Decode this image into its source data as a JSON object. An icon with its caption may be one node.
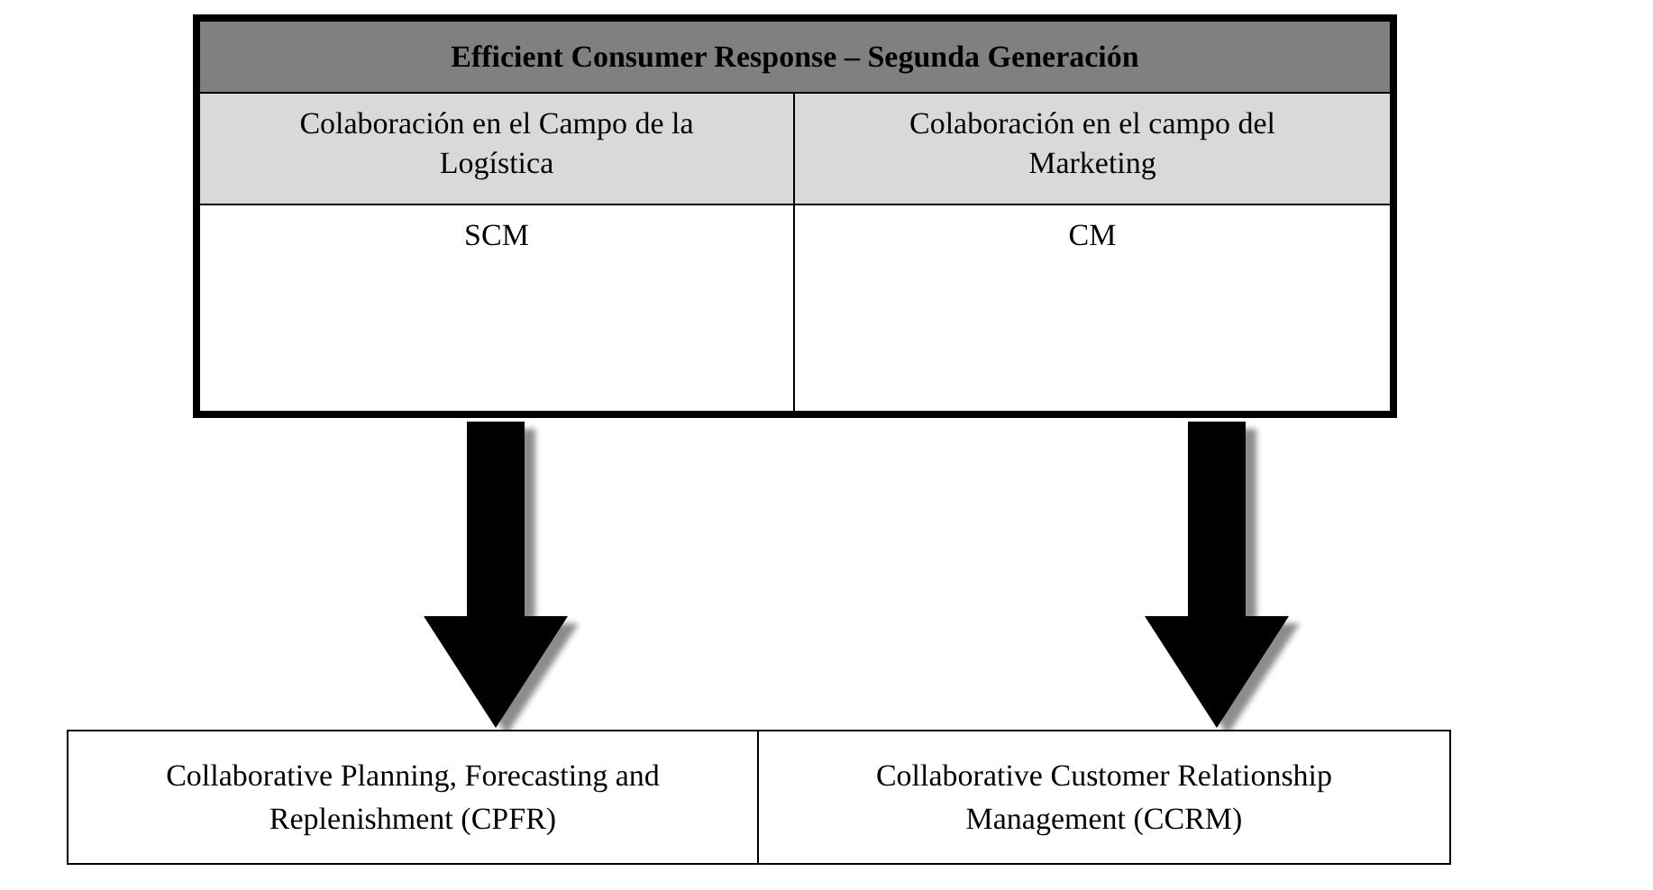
{
  "diagram": {
    "nodes": [
      {
        "text": [
          "Efficient Consumer Response – Segunda Generación"
        ]
      },
      {
        "text": [
          "Colaboración en el Campo de la Logística"
        ],
        "in": 0
      },
      {
        "text": [
          "Colaboración en el campo del Marketing"
        ],
        "in": 0
      },
      {
        "text": [
          "SCM"
        ],
        "in": 0
      },
      {
        "text": [
          "CM"
        ],
        "in": 0
      },
      {
        "text": [
          "Collaborative Planning, Forecasting and Replenishment (CPFR)"
        ]
      },
      {
        "text": [
          "Collaborative Customer Relationship Management (CCRM)"
        ]
      }
    ],
    "edges": [
      {
        "from": 3,
        "to": 5,
        "arrow": "to"
      },
      {
        "from": 4,
        "to": 6,
        "arrow": "to"
      }
    ]
  }
}
